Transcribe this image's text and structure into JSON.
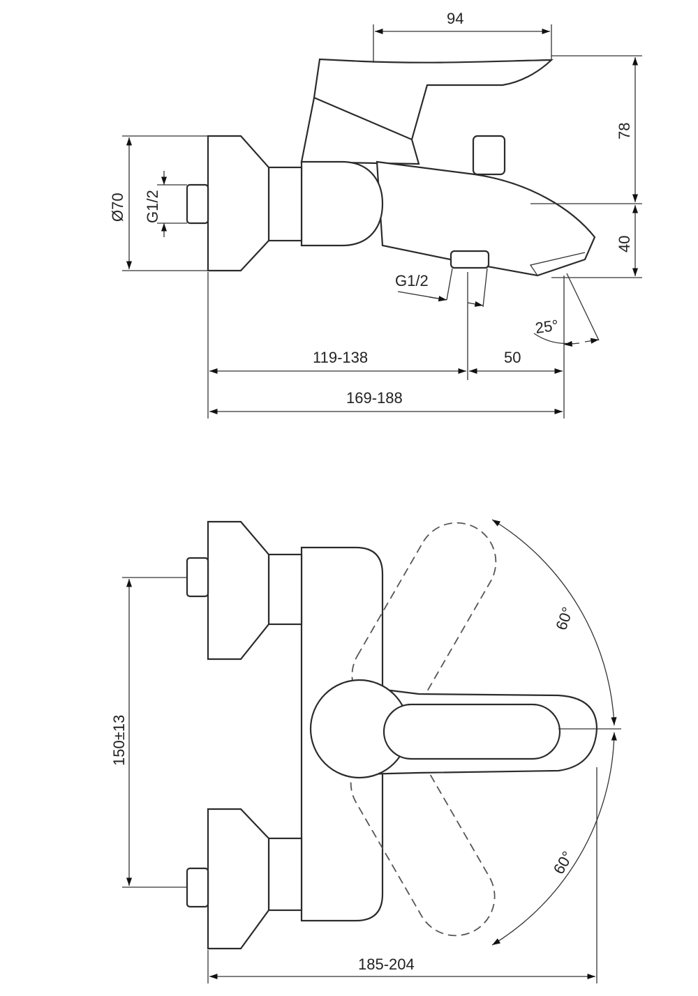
{
  "side_view": {
    "dim_lever_reach": "94",
    "dim_lever_height": "78",
    "dim_spout_height": "40",
    "dim_flange_diameter": "Ø70",
    "dim_inlet_thread": "G1/2",
    "dim_outlet_thread": "G1/2",
    "dim_spout_angle": "25°",
    "dim_wall_to_outlet": "119-138",
    "dim_outlet_to_spout": "50",
    "dim_total_projection": "169-188"
  },
  "front_view": {
    "dim_lever_angle_up": "60°",
    "dim_lever_angle_down": "60°",
    "dim_centers": "150±13",
    "dim_total_width": "185-204"
  }
}
